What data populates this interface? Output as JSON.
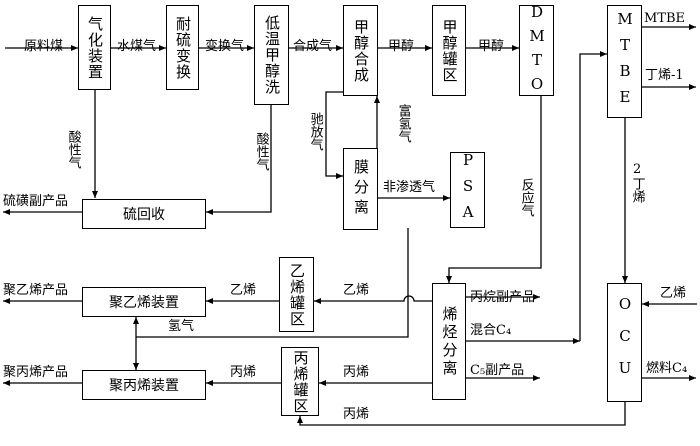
{
  "boxes": {
    "gasification": [
      "气",
      "化",
      "装",
      "置"
    ],
    "sulfur_shift": [
      "耐",
      "硫",
      "变",
      "换"
    ],
    "rectisol": [
      "低",
      "温",
      "甲",
      "醇",
      "洗"
    ],
    "methanol_synth": [
      "甲",
      "醇",
      "合",
      "成"
    ],
    "methanol_tank": [
      "甲",
      "醇",
      "罐",
      "区"
    ],
    "dmto": [
      "D",
      "M",
      "T",
      "O"
    ],
    "mtbe": [
      "M",
      "T",
      "B",
      "E"
    ],
    "sulfur_recovery": "硫回收",
    "membrane": [
      "膜",
      "分",
      "离"
    ],
    "psa": [
      "P",
      "S",
      "A"
    ],
    "ethylene_tank": [
      "乙",
      "烯",
      "罐",
      "区"
    ],
    "pe_unit": "聚乙烯装置",
    "olefin_sep": [
      "烯",
      "烃",
      "分",
      "离"
    ],
    "propylene_tank": [
      "丙",
      "烯",
      "罐",
      "区"
    ],
    "pp_unit": "聚丙烯装置",
    "ocu": [
      "O",
      "C",
      "U"
    ]
  },
  "labels": {
    "raw_coal": "原料煤",
    "water_gas": "水煤气",
    "shift_gas": "变换气",
    "syngas": "合成气",
    "methanol_1": "甲醇",
    "methanol_2": "甲醇",
    "acid_gas_1": "酸性气",
    "acid_gas_2": "酸性气",
    "sulfur_byproduct": "硫磺副产品",
    "purge_gas": "驰放气",
    "h2_rich_gas": "富氢气",
    "non_permeate": "非渗透气",
    "reaction_gas": "反应气",
    "mtbe_out": "MTBE",
    "butene1": "丁烯-1",
    "butene2": "2丁烯",
    "pe_product": "聚乙烯产品",
    "ethylene_1": "乙烯",
    "ethylene_2": "乙烯",
    "ethylene_3": "乙烯",
    "hydrogen": "氢气",
    "propane_byproduct": "丙烷副产品",
    "mixed_c4": "混合C₄",
    "c5_byproduct": "C₅副产品",
    "pp_product": "聚丙烯产品",
    "propylene_1": "丙烯",
    "propylene_2": "丙烯",
    "propylene_3": "丙烯",
    "fuel_c4": "燃料C₄"
  }
}
